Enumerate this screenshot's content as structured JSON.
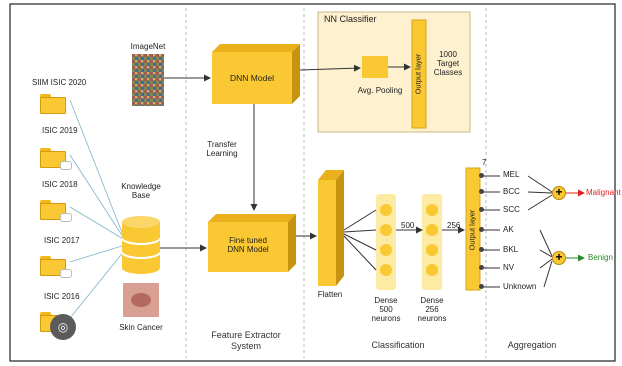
{
  "diagram": {
    "colors": {
      "node_fill": "#f9c832",
      "node_dark": "#d9a514",
      "classifier_bg": "#fdf1cf",
      "malignant": "#e0201e",
      "benign": "#2a8a2a",
      "edge": "#333333"
    },
    "datasets": [
      "SIIM ISIC 2020",
      "ISIC 2019",
      "ISIC 2018",
      "ISIC 2017",
      "ISIC 2016"
    ],
    "imagenet_label": "ImageNet",
    "knowledge_base_label": "Knowledge\nBase",
    "skin_cancer_label": "Skin Cancer",
    "transfer_learning_label": "Transfer\nLearning",
    "dnn_model_label": "DNN Model",
    "fine_tuned_label": "Fine tuned\nDNN Model",
    "nn_classifier_title": "NN Classifier",
    "avg_pooling_label": "Avg. Pooling",
    "output_layer_label": "Output layer",
    "target_classes_label": "1000\nTarget\nClasses",
    "flatten_label": "Flatten",
    "dense1_label": "Dense\n500\nneurons",
    "dense2_label": "Dense\n256\nneurons",
    "edge_500": "500",
    "edge_256": "256",
    "edge_7": "7",
    "classes": [
      "MEL",
      "BCC",
      "SCC",
      "AK",
      "BKL",
      "NV",
      "Unknown"
    ],
    "malignant_label": "Malignant",
    "benign_label": "Benign",
    "sections": {
      "feature_extractor": "Feature Extractor\nSystem",
      "classification": "Classification",
      "aggregation": "Aggregation"
    }
  }
}
